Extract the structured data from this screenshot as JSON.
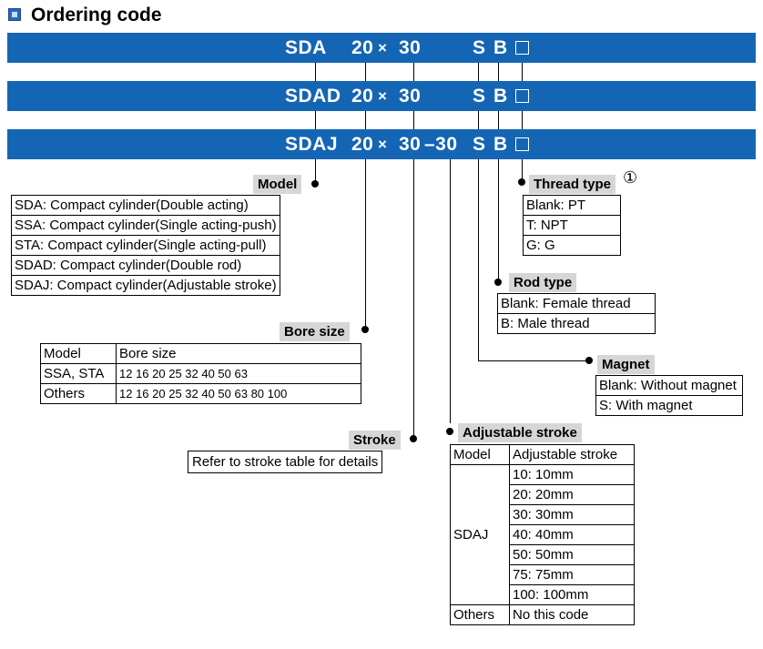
{
  "title": "Ordering code",
  "codes": [
    {
      "model": "SDA",
      "bore": "20",
      "times": "×",
      "stroke": "30",
      "adj": "",
      "s": "S",
      "b": "B"
    },
    {
      "model": "SDAD",
      "bore": "20",
      "times": "×",
      "stroke": "30",
      "adj": "",
      "s": "S",
      "b": "B"
    },
    {
      "model": "SDAJ",
      "bore": "20",
      "times": "×",
      "stroke": "30",
      "adj": "–30",
      "s": "S",
      "b": "B"
    }
  ],
  "model": {
    "label": "Model",
    "items": [
      "SDA: Compact cylinder(Double acting)",
      "SSA: Compact cylinder(Single acting-push)",
      "STA: Compact cylinder(Single acting-pull)",
      "SDAD: Compact cylinder(Double rod)",
      "SDAJ: Compact cylinder(Adjustable stroke)"
    ]
  },
  "bore": {
    "label": "Bore size",
    "header": [
      "Model",
      "Bore size"
    ],
    "rows": [
      [
        "SSA, STA",
        "12  16  20  25  32  40  50  63"
      ],
      [
        "Others",
        "12  16  20  25  32  40  50  63  80  100"
      ]
    ]
  },
  "stroke": {
    "label": "Stroke",
    "text": "Refer to stroke table for details"
  },
  "adjustable": {
    "label": "Adjustable stroke",
    "header": [
      "Model",
      "Adjustable stroke"
    ],
    "group": "SDAJ",
    "values": [
      "10: 10mm",
      "20: 20mm",
      "30: 30mm",
      "40: 40mm",
      "50: 50mm",
      "75: 75mm",
      "100: 100mm"
    ],
    "others": [
      "Others",
      "No this code"
    ]
  },
  "thread": {
    "label": "Thread type",
    "note": "①",
    "items": [
      "Blank: PT",
      "T: NPT",
      "G: G"
    ]
  },
  "rod": {
    "label": "Rod type",
    "items": [
      "Blank: Female thread",
      "B: Male thread"
    ]
  },
  "magnet": {
    "label": "Magnet",
    "items": [
      "Blank: Without magnet",
      "S: With magnet"
    ]
  },
  "colors": {
    "band": "#1565b5",
    "label_bg": "#d6d6d6"
  }
}
